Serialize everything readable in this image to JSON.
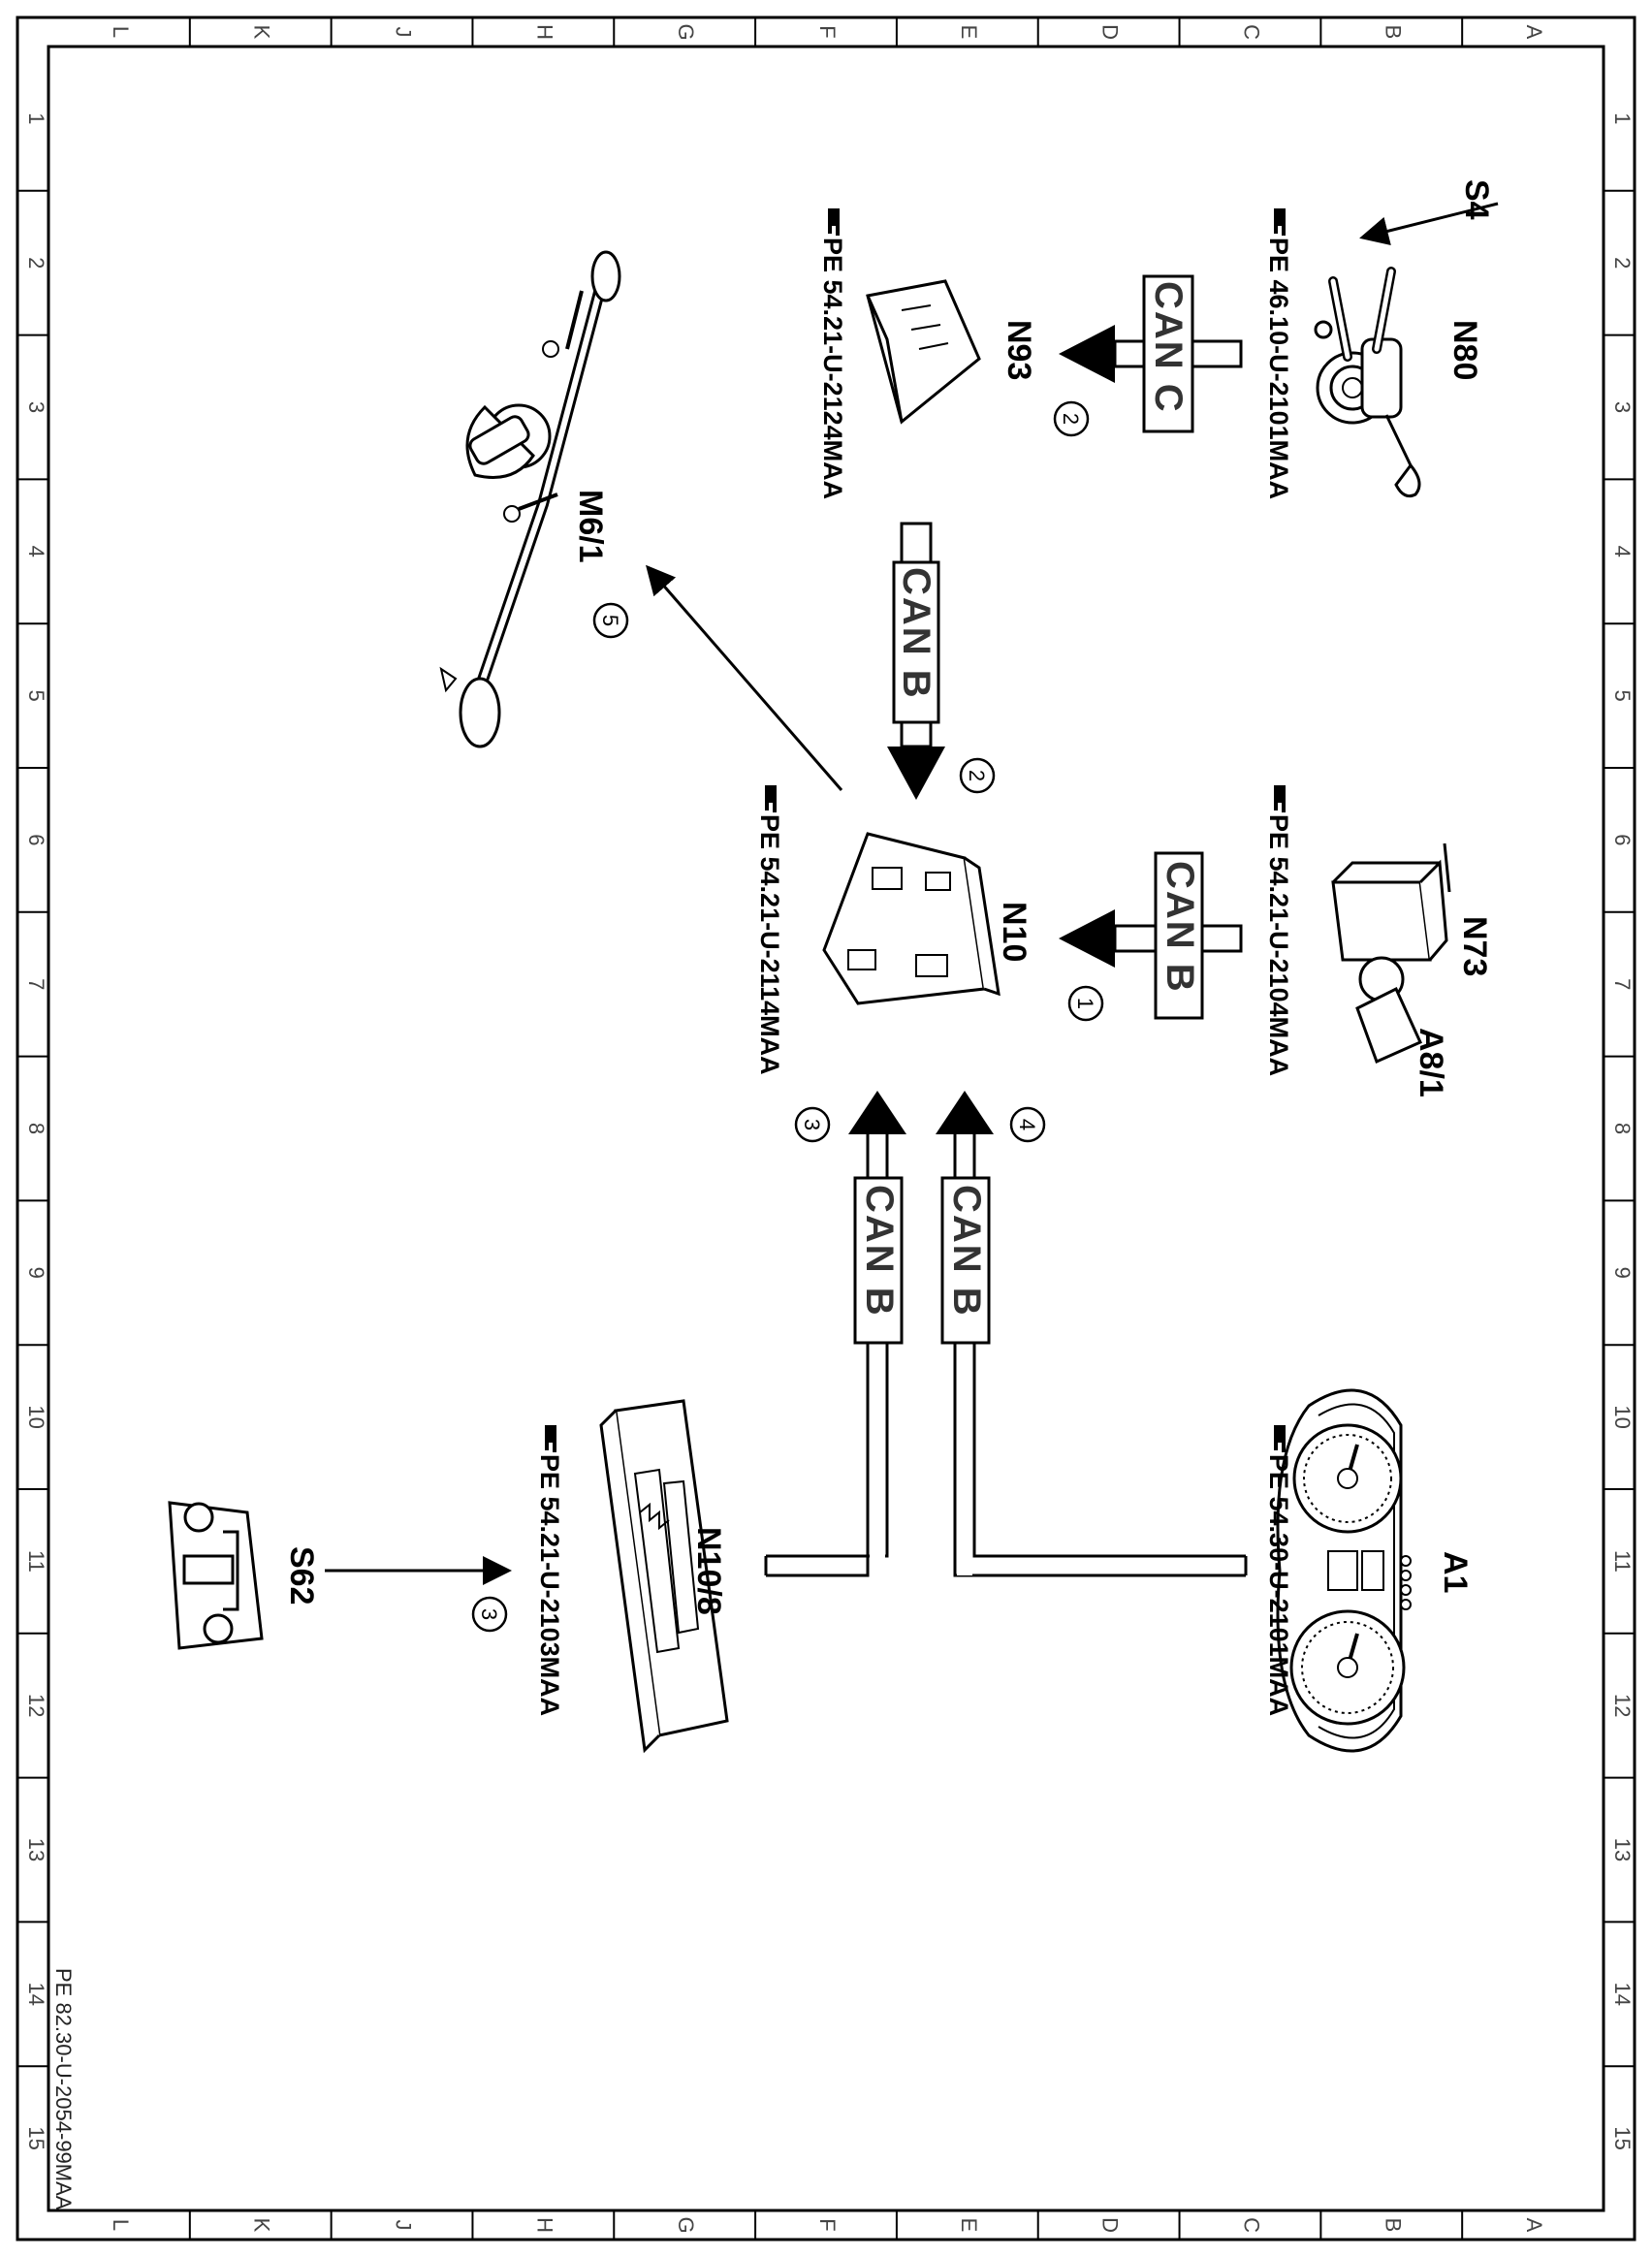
{
  "grid": {
    "letters": [
      "A",
      "B",
      "C",
      "D",
      "E",
      "F",
      "G",
      "H",
      "J",
      "K",
      "L"
    ],
    "numbers": [
      "1",
      "2",
      "3",
      "4",
      "5",
      "6",
      "7",
      "8",
      "9",
      "10",
      "11",
      "12",
      "13",
      "14",
      "15"
    ]
  },
  "document_number": "PE 82.30-U-2054-99MAA",
  "reference_icon": "hand-pointer-icon",
  "components": {
    "s4": {
      "label": "S4"
    },
    "n80": {
      "label": "N80",
      "ref": "PE 46.10-U-2101MAA"
    },
    "n93": {
      "label": "N93",
      "ref": "PE 54.21-U-2124MAA"
    },
    "m6_1": {
      "label": "M6/1"
    },
    "n73": {
      "label": "N73",
      "ref": "PE 54.21-U-2104MAA"
    },
    "a8_1": {
      "label": "A8/1"
    },
    "n10": {
      "label": "N10",
      "ref": "PE 54.21-U-2114MAA"
    },
    "a1": {
      "label": "A1",
      "ref": "PE 54.30-U-2101MAA"
    },
    "n10_8": {
      "label": "N10/8",
      "ref": "PE 54.21-U-2103MAA"
    },
    "s62": {
      "label": "S62"
    }
  },
  "buses": {
    "can_c": "CAN C",
    "can_b_n73": "CAN B",
    "can_b_n93": "CAN B",
    "can_b_n10_8": "CAN B",
    "can_b_a1": "CAN B"
  },
  "steps": {
    "n80_to_n93": "2",
    "n93_to_n10": "2",
    "n73_to_n10": "1",
    "n10_8_to_n10": "3",
    "a1_to_n10": "4",
    "n10_to_m6_1": "5",
    "s62_to_n10_8": "3"
  }
}
